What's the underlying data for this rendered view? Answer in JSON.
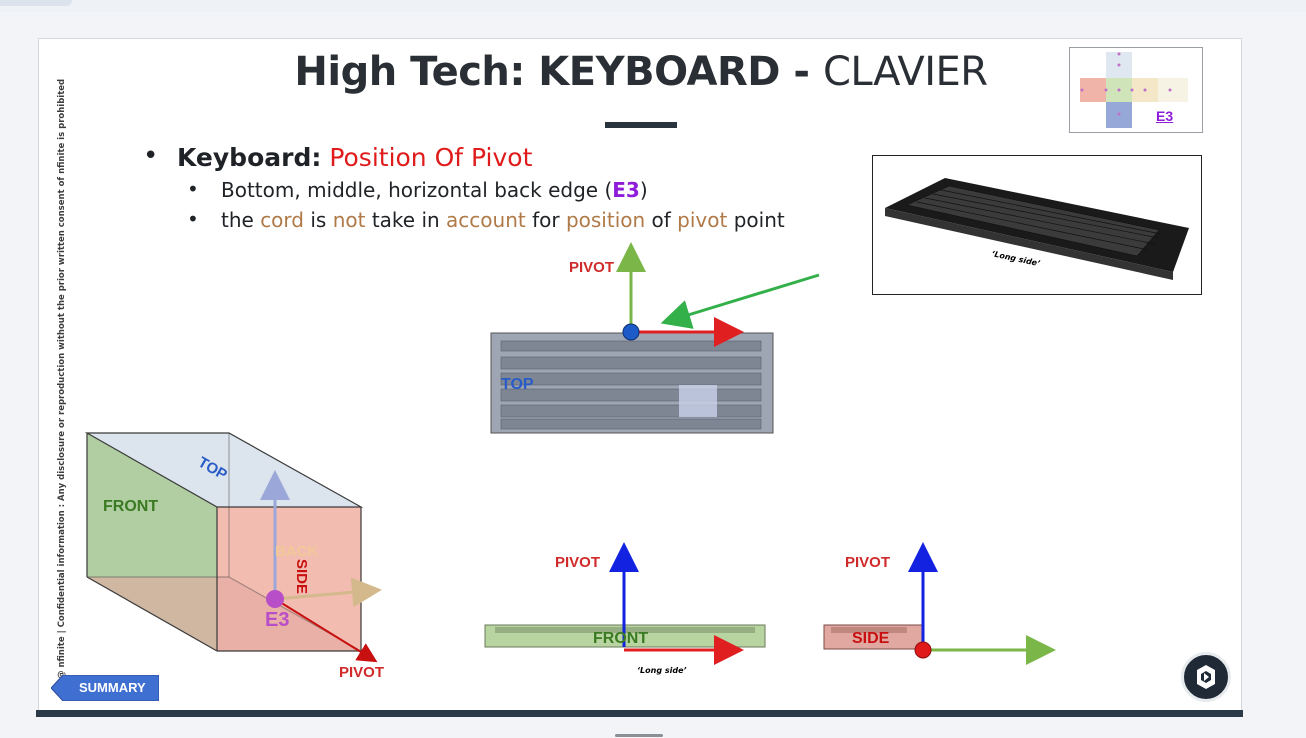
{
  "slide": {
    "title": {
      "bold": "High Tech: KEYBOARD - ",
      "light": "CLAVIER"
    },
    "confidential": "@ nfinite  |  Confidential information : Any disclosure or reproduction without the prior written consent of nfinite is prohibited",
    "bullet_main": {
      "strong": "Keyboard:",
      "red": "Position Of Pivot"
    },
    "bullet_sub1": {
      "pre": "Bottom, middle, horizontal back edge (",
      "code": "E3",
      "post": ")"
    },
    "bullet_sub2": {
      "w1": "the ",
      "w2": "cord",
      "w3": " is ",
      "w4": "not",
      "w5": " take in ",
      "w6": "account",
      "w7": " for ",
      "w8": "position",
      "w9": " of ",
      "w10": "pivot",
      "w11": " point"
    },
    "thumbnail_label": "E3",
    "photo_caption": "‘Long side’",
    "top_view": {
      "pivot": "PIVOT",
      "face": "TOP"
    },
    "box": {
      "front": "FRONT",
      "top": "TOP",
      "back": "BACK",
      "side": "SIDE",
      "point": "E3",
      "pivot": "PIVOT"
    },
    "front_view": {
      "pivot": "PIVOT",
      "face": "FRONT",
      "caption": "‘Long side’"
    },
    "side_view": {
      "pivot": "PIVOT",
      "face": "SIDE"
    },
    "summary_button": "SUMMARY"
  },
  "colors": {
    "pivot_red": "#d12a2a",
    "accent_purple": "#8e1cd8",
    "tan": "#b07a48",
    "top_blue": "#2a5cc8",
    "front_green": "#3a7a22",
    "arrow_green": "#7ab648",
    "arrow_red": "#e02020",
    "arrow_blue": "#1222e0"
  }
}
